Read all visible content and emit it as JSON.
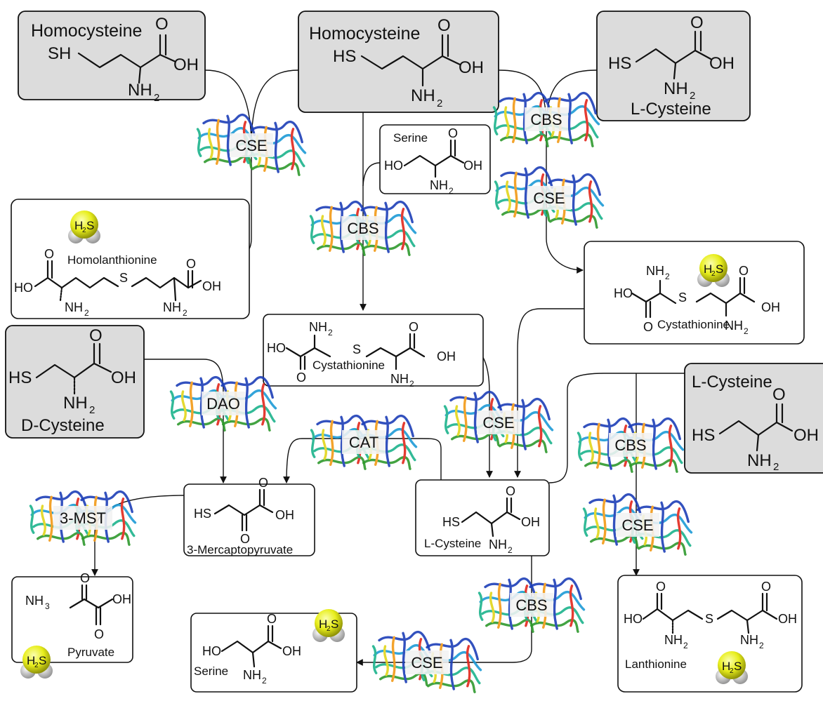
{
  "molecules": {
    "homocysteine_left": "Homocysteine",
    "homocysteine_center": "Homocysteine",
    "l_cysteine_top": "L-Cysteine",
    "serine_top": "Serine",
    "homolanthionine": "Homolanthionine",
    "cystathionine_right": "Cystathionine",
    "cystathionine_center": "Cystathionine",
    "d_cysteine": "D-Cysteine",
    "l_cysteine_right": "L-Cysteine",
    "mercaptopyruvate": "3-Mercaptopyruvate",
    "l_cysteine_center": "L-Cysteine",
    "pyruvate": "Pyruvate",
    "serine_bottom": "Serine",
    "lanthionine": "Lanthionine"
  },
  "groups": {
    "SH": "SH",
    "HS": "HS",
    "OH": "OH",
    "HO": "HO",
    "O": "O",
    "S": "S",
    "NH": "NH",
    "sub2": "2",
    "NH3": "NH",
    "sub3": "3",
    "H": "H"
  },
  "enzymes": {
    "cse": "CSE",
    "cbs": "CBS",
    "dao": "DAO",
    "cat": "CAT",
    "mst": "3-MST"
  },
  "colors": {
    "box_fill_highlight": "#dcdcdc",
    "h2s_sphere": "#e8ee1c",
    "protein_palette": [
      "#1d3fb8",
      "#1e9bd6",
      "#1cb38c",
      "#2f9a2e",
      "#e2d51a",
      "#f29a16",
      "#e2271c"
    ]
  },
  "icons": [
    "protein-ribbon-icon",
    "h2s-molecule-icon"
  ]
}
